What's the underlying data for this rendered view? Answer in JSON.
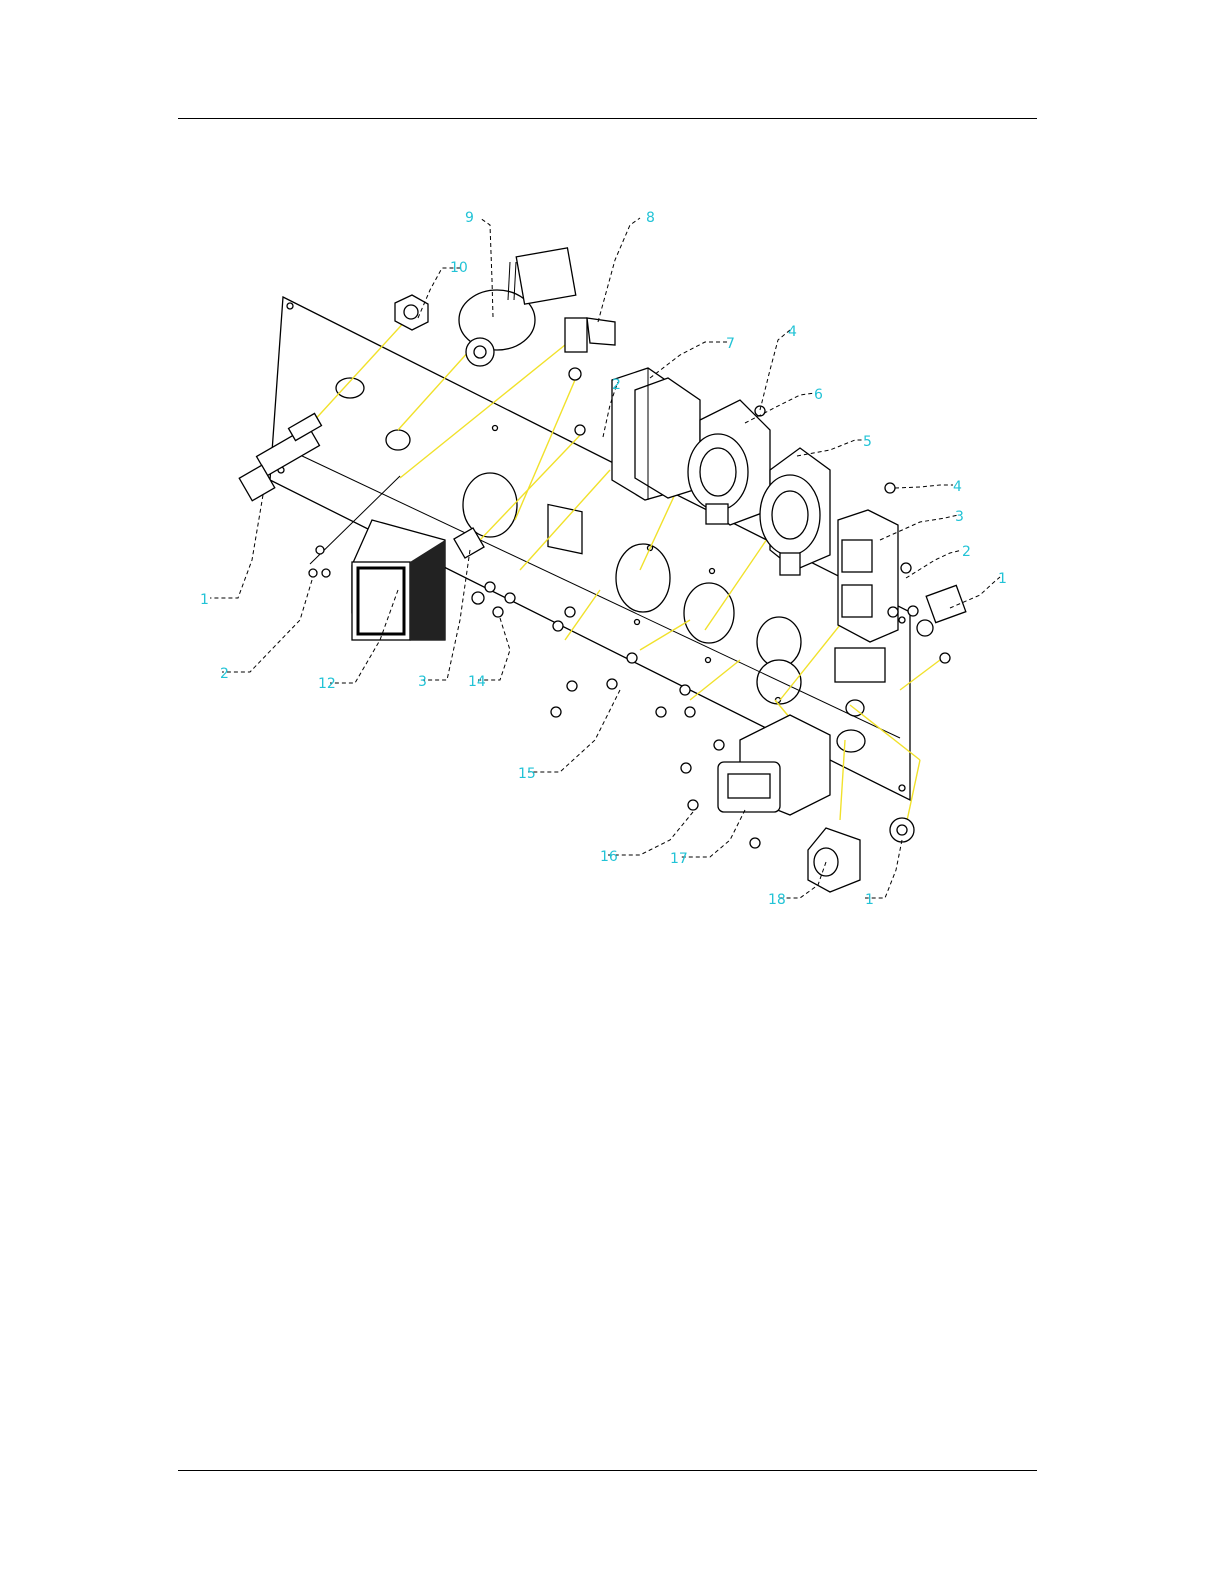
{
  "diagram": {
    "colors": {
      "callout": "#22c3d6",
      "assembly_line": "#f1e12a",
      "outline": "#000000"
    },
    "callouts": [
      {
        "id": "c1a",
        "text": "1"
      },
      {
        "id": "c2a",
        "text": "2"
      },
      {
        "id": "c2b",
        "text": "2"
      },
      {
        "id": "c2c",
        "text": "2"
      },
      {
        "id": "c3a",
        "text": "3"
      },
      {
        "id": "c3b",
        "text": "3"
      },
      {
        "id": "c4a",
        "text": "4"
      },
      {
        "id": "c4b",
        "text": "4"
      },
      {
        "id": "c5",
        "text": "5"
      },
      {
        "id": "c6",
        "text": "6"
      },
      {
        "id": "c7",
        "text": "7"
      },
      {
        "id": "c8",
        "text": "8"
      },
      {
        "id": "c9",
        "text": "9"
      },
      {
        "id": "c10",
        "text": "10"
      },
      {
        "id": "c1b",
        "text": "1"
      },
      {
        "id": "c12",
        "text": "12"
      },
      {
        "id": "c14",
        "text": "14"
      },
      {
        "id": "c15",
        "text": "15"
      },
      {
        "id": "c16",
        "text": "16"
      },
      {
        "id": "c17",
        "text": "17"
      },
      {
        "id": "c18",
        "text": "18"
      },
      {
        "id": "c1c",
        "text": "1"
      }
    ]
  }
}
